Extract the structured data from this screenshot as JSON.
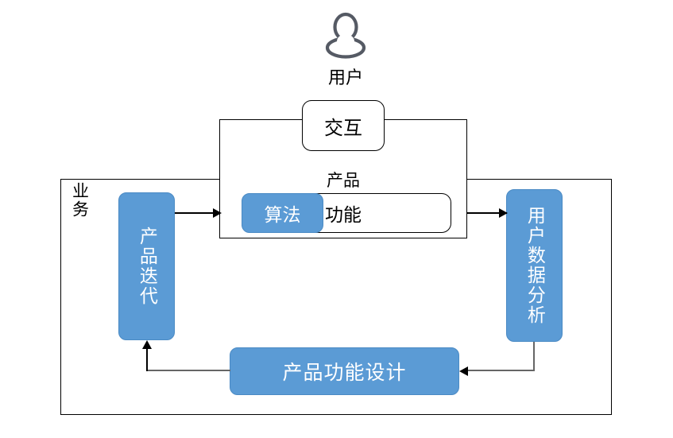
{
  "diagram": {
    "title_present": false,
    "colors": {
      "node_blue": "#5B9BD5",
      "node_blue_border": "#4A8AC4",
      "frame_black": "#000000",
      "connector_gray": "#666666",
      "icon_gray": "#555A64",
      "background": "#FFFFFF",
      "white_text": "#FFFFFF"
    },
    "actor": {
      "icon": "user-person-icon",
      "label": "用户"
    },
    "nodes": {
      "interaction": {
        "label": "交互",
        "shape": "rounded-rect",
        "fill": "white"
      },
      "product_frame": {
        "label": "产品",
        "shape": "rect",
        "fill": "white"
      },
      "function": {
        "label": "功能",
        "shape": "rounded-rect",
        "fill": "white"
      },
      "algorithm": {
        "label": "算法",
        "shape": "rounded-rect",
        "fill": "blue"
      },
      "business_frame": {
        "label": "业务",
        "shape": "rect",
        "fill": "none"
      },
      "product_iteration": {
        "label": "产品迭代",
        "shape": "rounded-rect",
        "fill": "blue",
        "orientation": "vertical"
      },
      "user_data_analysis": {
        "label": "用户数据分析",
        "shape": "rounded-rect",
        "fill": "blue",
        "orientation": "vertical"
      },
      "product_function_design": {
        "label": "产品功能设计",
        "shape": "rounded-rect",
        "fill": "blue",
        "orientation": "horizontal"
      }
    },
    "connectors": [
      {
        "name": "iteration-to-product",
        "from": "产品迭代",
        "to": "产品",
        "direction": "right",
        "style": "straight-black"
      },
      {
        "name": "product-to-analysis",
        "from": "产品",
        "to": "用户数据分析",
        "direction": "right",
        "style": "straight-black"
      },
      {
        "name": "analysis-to-design",
        "from": "用户数据分析",
        "to": "产品功能设计",
        "direction": "left",
        "style": "elbow-gray"
      },
      {
        "name": "design-to-iteration",
        "from": "产品功能设计",
        "to": "产品迭代",
        "direction": "up",
        "style": "elbow-gray"
      }
    ]
  }
}
